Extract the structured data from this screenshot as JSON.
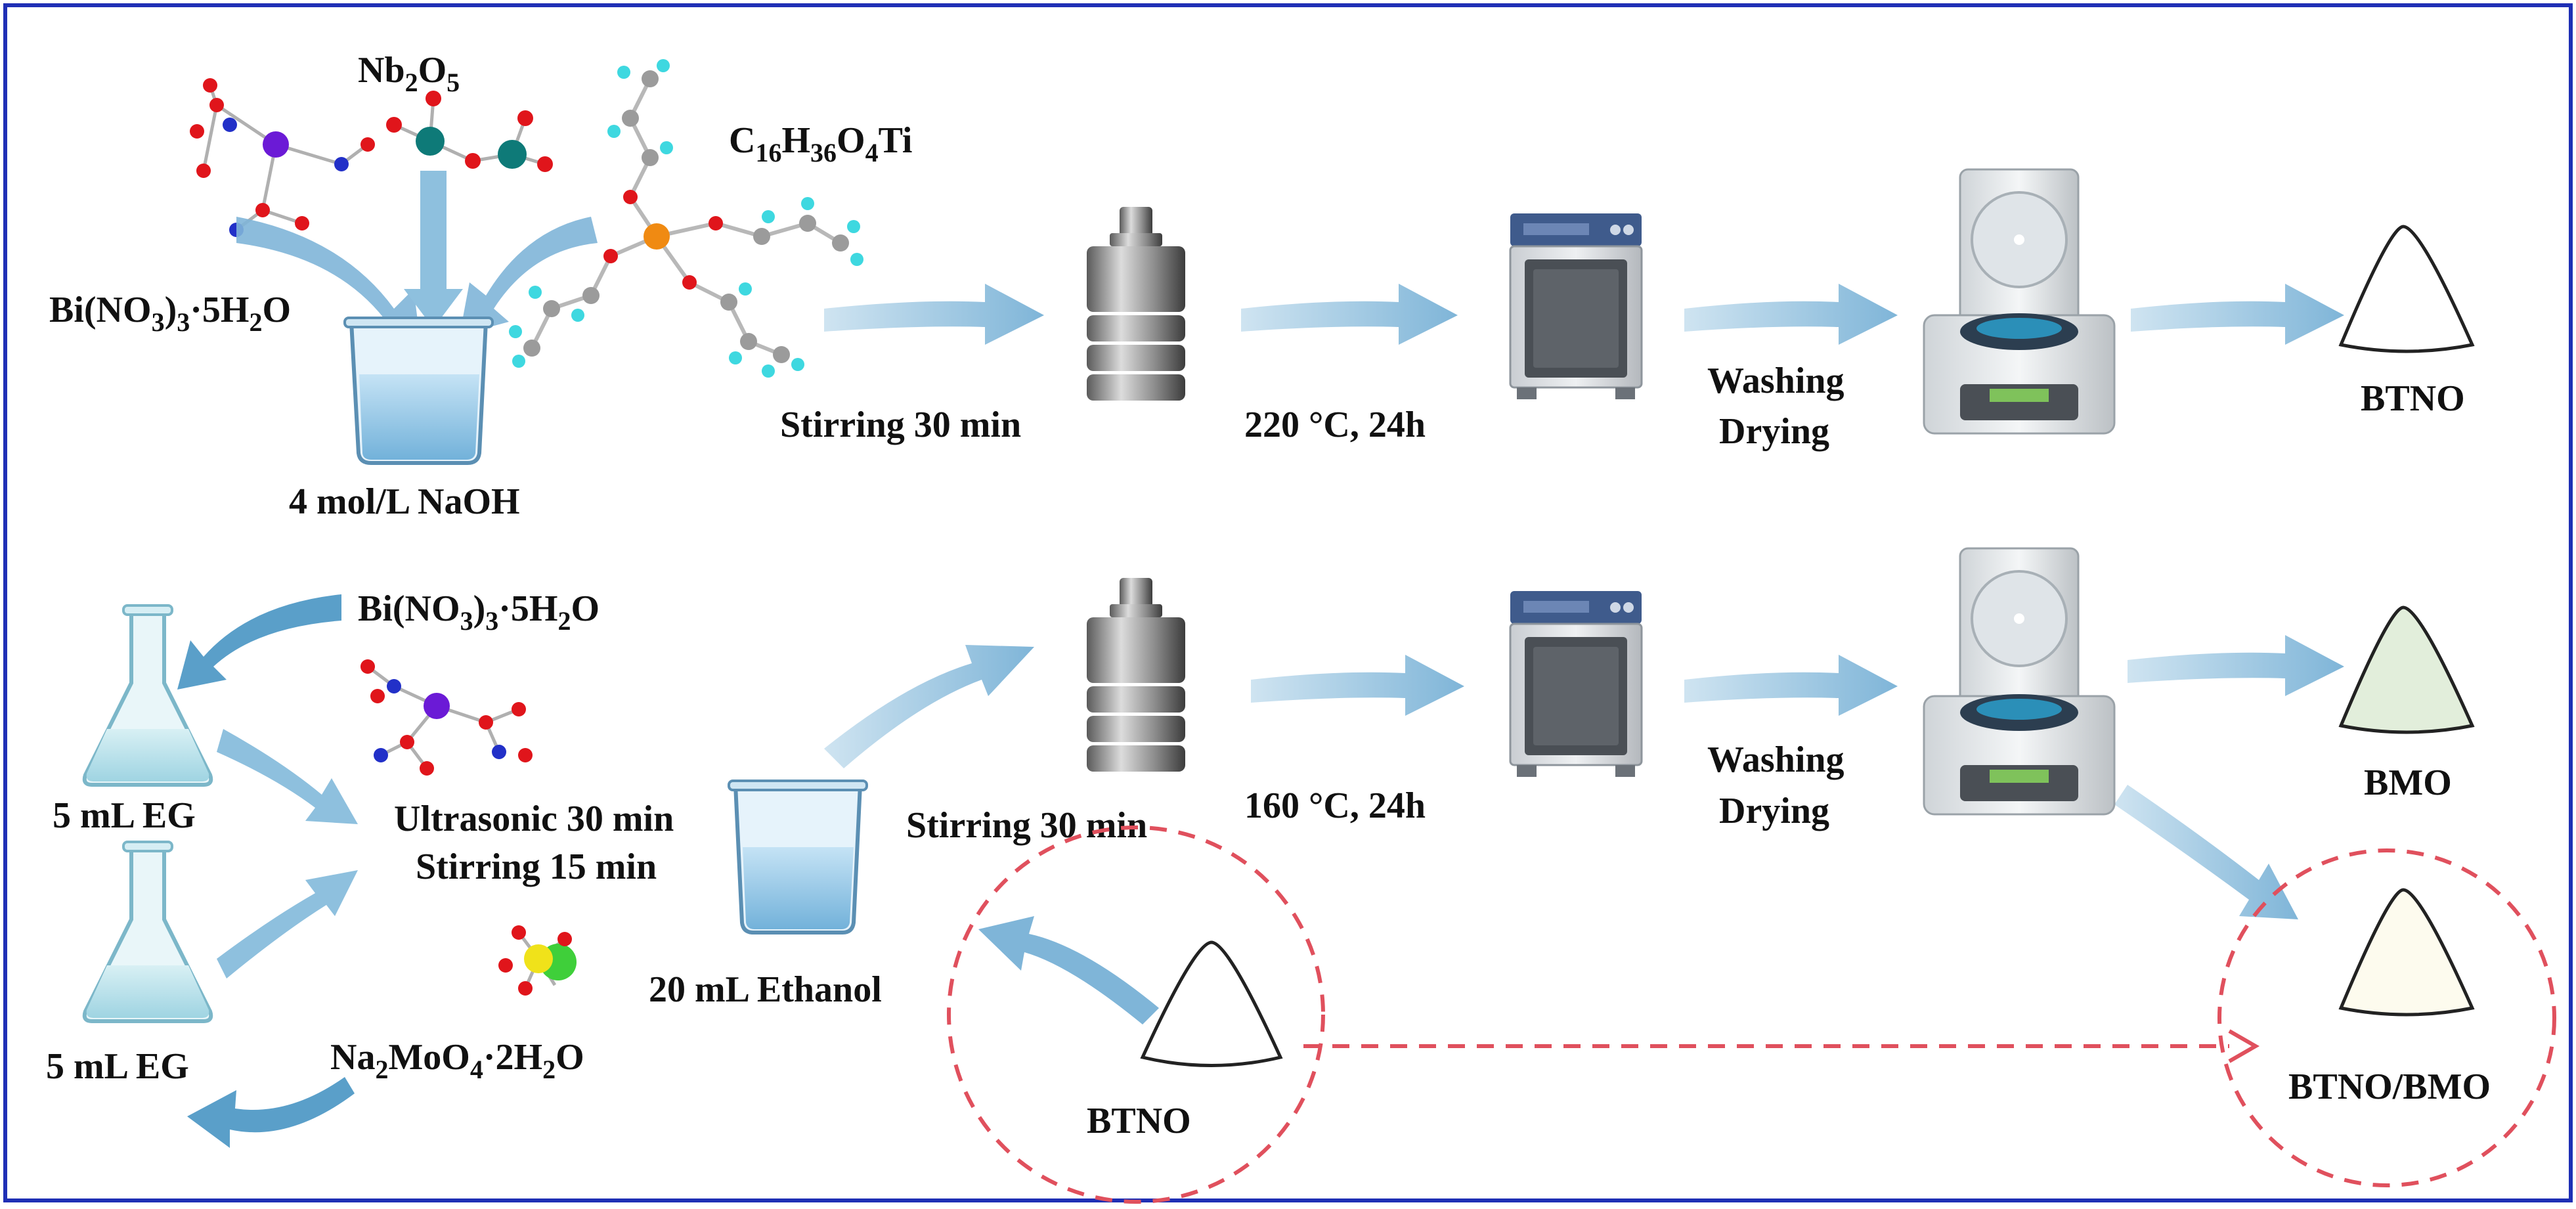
{
  "top_row": {
    "reagent_nb": "Nb",
    "reagent_nb_sub1": "2",
    "reagent_nb_mid": "O",
    "reagent_nb_sub2": "5",
    "reagent_ti_c": "C",
    "reagent_ti_c_sub": "16",
    "reagent_ti_h": "H",
    "reagent_ti_h_sub": "36",
    "reagent_ti_o": "O",
    "reagent_ti_o_sub": "4",
    "reagent_ti_end": "Ti",
    "reagent_bi_a": "Bi(NO",
    "reagent_bi_sub1": "3",
    "reagent_bi_b": ")",
    "reagent_bi_sub2": "3",
    "reagent_bi_c": "·5H",
    "reagent_bi_sub3": "2",
    "reagent_bi_d": "O",
    "solvent": "4 mol/L NaOH",
    "step1": "Stirring 30 min",
    "step2": "220 °C, 24h",
    "step3_a": "Washing",
    "step3_b": "Drying",
    "product": "BTNO"
  },
  "bottom_row": {
    "reagent_bi_a": "Bi(NO",
    "reagent_bi_sub1": "3",
    "reagent_bi_b": ")",
    "reagent_bi_sub2": "3",
    "reagent_bi_c": "·5H",
    "reagent_bi_sub3": "2",
    "reagent_bi_d": "O",
    "flask1": "5 mL EG",
    "flask2": "5 mL EG",
    "mix_a": "Ultrasonic 30 min",
    "mix_b": "Stirring 15 min",
    "reagent_mo_a": "Na",
    "reagent_mo_sub1": "2",
    "reagent_mo_b": "MoO",
    "reagent_mo_sub2": "4",
    "reagent_mo_c": "·2H",
    "reagent_mo_sub3": "2",
    "reagent_mo_d": "O",
    "solvent": "20 mL Ethanol",
    "step1": "Stirring 30 min",
    "step2": "160 °C, 24h",
    "step3_a": "Washing",
    "step3_b": "Drying",
    "product": "BMO",
    "added": "BTNO",
    "composite": "BTNO/BMO"
  },
  "colors": {
    "frame": "#1f2fb5",
    "arrow": "#8ec0de",
    "dashed": "#e0505d",
    "powder_white": "#ffffff",
    "powder_green": "#e2eedb",
    "powder_cream": "#fdfbee"
  }
}
